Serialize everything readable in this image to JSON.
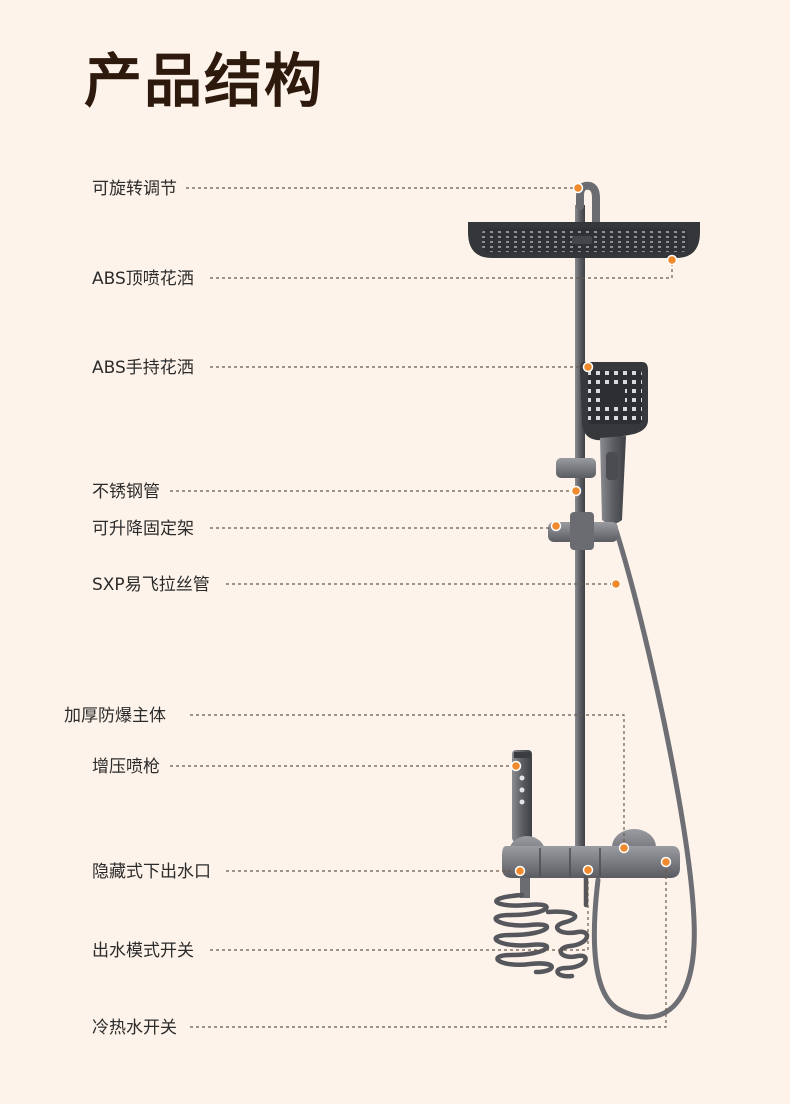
{
  "title": "产品结构",
  "labels": [
    {
      "id": "rotate",
      "text": "可旋转调节"
    },
    {
      "id": "top-shower",
      "text": "ABS顶喷花洒"
    },
    {
      "id": "hand-shower",
      "text": "ABS手持花洒"
    },
    {
      "id": "steel-pipe",
      "text": "不锈钢管"
    },
    {
      "id": "lift-holder",
      "text": "可升降固定架"
    },
    {
      "id": "hose",
      "text": "SXP易飞拉丝管"
    },
    {
      "id": "body",
      "text": "加厚防爆主体"
    },
    {
      "id": "spray-gun",
      "text": "增压喷枪"
    },
    {
      "id": "outlet",
      "text": "隐藏式下出水口"
    },
    {
      "id": "mode-switch",
      "text": "出水模式开关"
    },
    {
      "id": "temp-switch",
      "text": "冷热水开关"
    }
  ],
  "colors": {
    "background": "#fdf3ea",
    "title": "#2e1a0c",
    "label": "#2b2b2b",
    "leader": "#6b5a4c",
    "dot": "#f08a2c",
    "metal": "#5f6166"
  }
}
